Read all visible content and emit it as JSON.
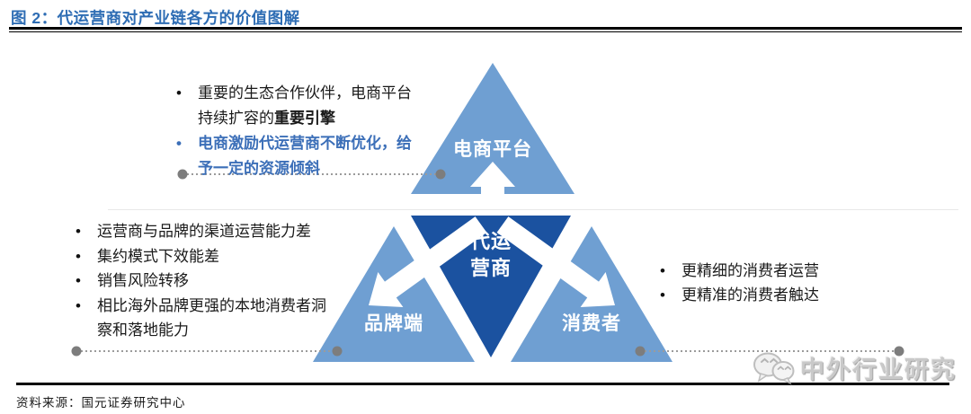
{
  "figure": {
    "title": "图 2：代运营商对产业链各方的价值图解",
    "source": "资料来源：国元证券研究中心",
    "watermark": "中外行业研究",
    "bullet_char": "•"
  },
  "triangles": {
    "top_label": "电商平台",
    "center_label_line1": "代运",
    "center_label_line2": "营商",
    "left_label": "品牌端",
    "right_label": "消费者",
    "light_blue": "#6f9fd2",
    "dark_blue": "#1b52a0",
    "arrow_color": "#ffffff"
  },
  "platform_notes": {
    "b1_normal": "重要的生态合作伙伴，电商平台持续扩容的",
    "b1_bold": "重要引擎",
    "b2": "电商激励代运营商不断优化，给予一定的资源倾斜",
    "highlight_color": "#3c6fb8"
  },
  "brand_notes": {
    "items": [
      "运营商与品牌的渠道运营能力差",
      "集约模式下效能差",
      "销售风险转移",
      "相比海外品牌更强的本地消费者洞察和落地能力"
    ]
  },
  "consumer_notes": {
    "items": [
      "更精细的消费者运营",
      "更精准的消费者触达"
    ]
  }
}
